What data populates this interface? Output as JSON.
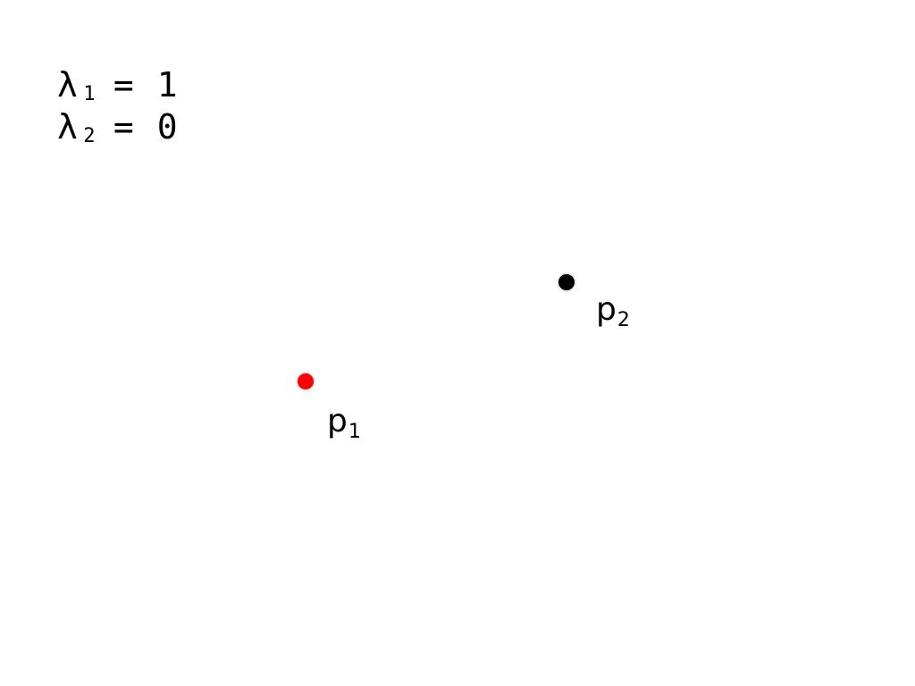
{
  "lambdas": [
    {
      "symbol": "λ",
      "subscript": "1",
      "equals": "=",
      "value": "1"
    },
    {
      "symbol": "λ",
      "subscript": "2",
      "equals": "=",
      "value": "0"
    }
  ],
  "points": {
    "p1": {
      "base": "p",
      "subscript": "1",
      "color": "#ff0000"
    },
    "p2": {
      "base": "p",
      "subscript": "2",
      "color": "#000000"
    }
  }
}
